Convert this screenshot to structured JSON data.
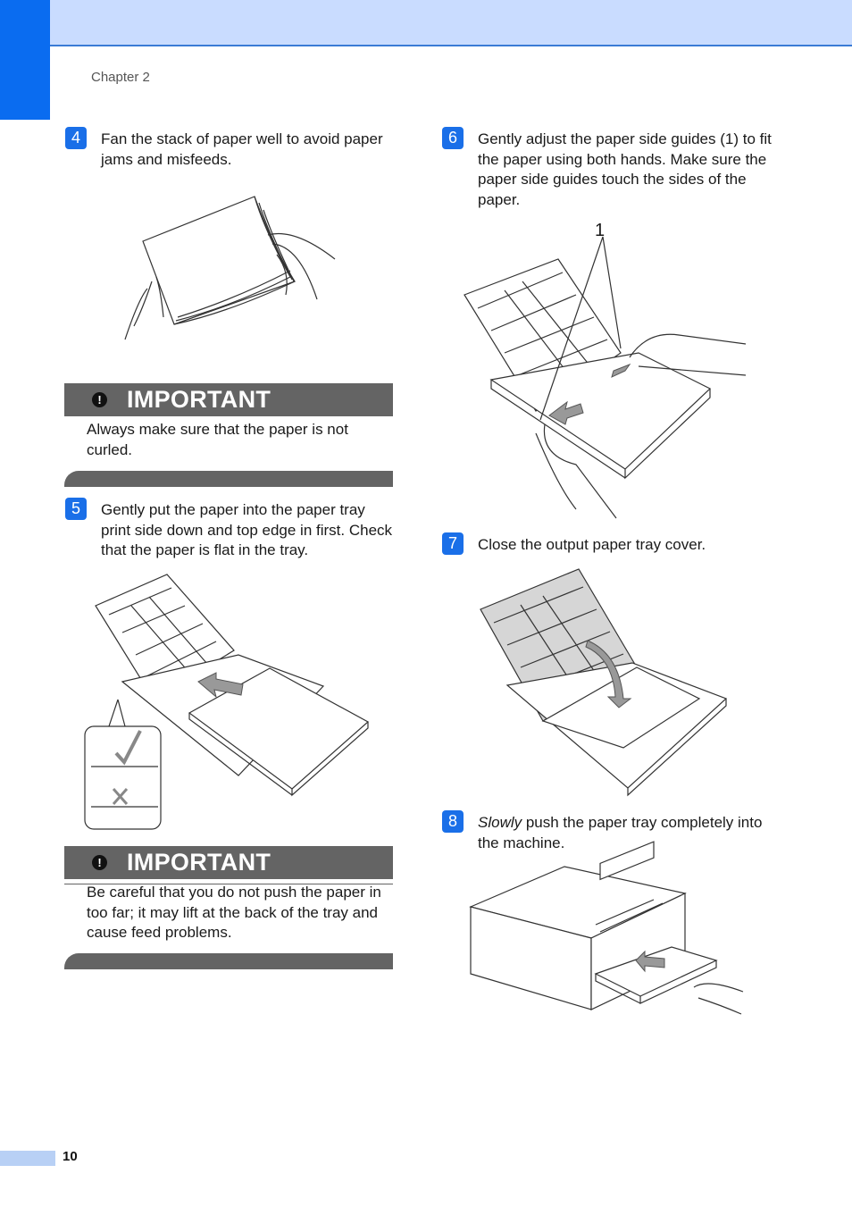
{
  "header": {
    "chapter": "Chapter 2"
  },
  "steps": [
    {
      "num": "4",
      "text": "Fan the stack of paper well to avoid paper jams and misfeeds."
    },
    {
      "num": "5",
      "text": "Gently put the paper into the paper tray print side down and top edge in first. Check that the paper is flat in the tray."
    },
    {
      "num": "6",
      "text": "Gently adjust the paper side guides (1) to fit the paper using both hands. Make sure the paper side guides touch the sides of the paper."
    },
    {
      "num": "7",
      "text": "Close the output paper tray cover."
    },
    {
      "num": "8",
      "text_em": "Slowly",
      "text_rest": " push the paper tray completely into the machine."
    }
  ],
  "important": [
    {
      "label": "IMPORTANT",
      "text": "Always make sure that the paper is not curled."
    },
    {
      "label": "IMPORTANT",
      "text": "Be careful that you do not push the paper in too far; it may lift at the back of the tray and cause feed problems."
    }
  ],
  "figures": {
    "callout_1": "1"
  },
  "footer": {
    "page": "10"
  },
  "colors": {
    "accent_blue": "#1a6fe8",
    "header_band": "#c9dcff",
    "important_gray": "#646464"
  }
}
